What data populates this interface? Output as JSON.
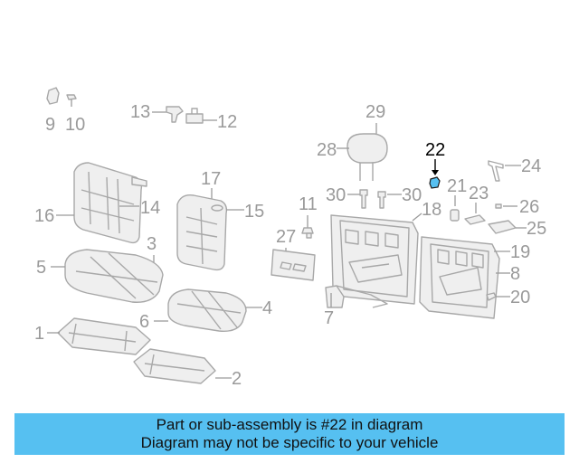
{
  "highlight": {
    "part_number": "22",
    "color": "#56c0f1"
  },
  "callouts": {
    "c1": "1",
    "c2": "2",
    "c3": "3",
    "c4": "4",
    "c5": "5",
    "c6": "6",
    "c7": "7",
    "c8": "8",
    "c9": "9",
    "c10": "10",
    "c11": "11",
    "c12": "12",
    "c13": "13",
    "c14": "14",
    "c15": "15",
    "c16": "16",
    "c17": "17",
    "c18": "18",
    "c19": "19",
    "c20": "20",
    "c21": "21",
    "c22": "22",
    "c23": "23",
    "c24": "24",
    "c25": "25",
    "c26": "26",
    "c27": "27",
    "c28": "28",
    "c29": "29",
    "c30a": "30",
    "c30b": "30"
  },
  "banner": {
    "line1": "Part or sub-assembly is #22 in diagram",
    "line2": "Diagram may not be specific to your vehicle",
    "background": "#56c0f1"
  }
}
